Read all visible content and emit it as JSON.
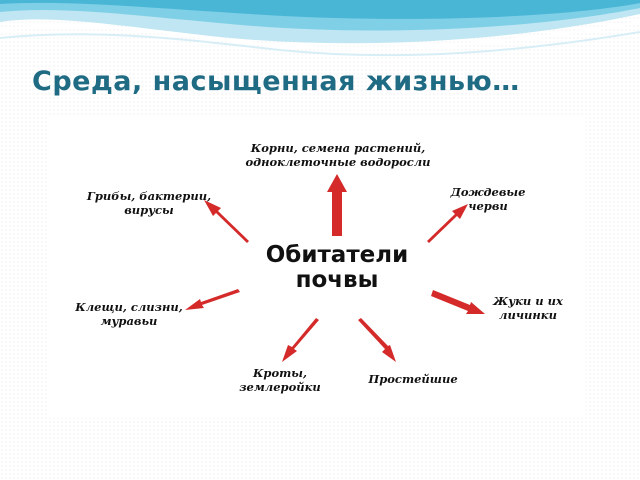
{
  "slide": {
    "title": "Среда, насыщенная жизнью…",
    "accent_color": "#1f6b84",
    "arrow_color": "#d42a2a"
  },
  "diagram": {
    "center": {
      "line1": "Обитатели",
      "line2": "почвы"
    },
    "nodes": [
      {
        "id": "roots",
        "line1": "Корни, семена растений,",
        "line2": "одноклеточные водоросли"
      },
      {
        "id": "fungi",
        "line1": "Грибы, бактерии,",
        "line2": "вирусы"
      },
      {
        "id": "worms",
        "line1": "Дождевые",
        "line2": "черви"
      },
      {
        "id": "mites",
        "line1": "Клещи, слизни,",
        "line2": "муравьи"
      },
      {
        "id": "beetles",
        "line1": "Жуки и их",
        "line2": "личинки"
      },
      {
        "id": "moles",
        "line1": "Кроты,",
        "line2": "землеройки"
      },
      {
        "id": "protozoa",
        "line1": "Простейшие",
        "line2": ""
      }
    ]
  }
}
